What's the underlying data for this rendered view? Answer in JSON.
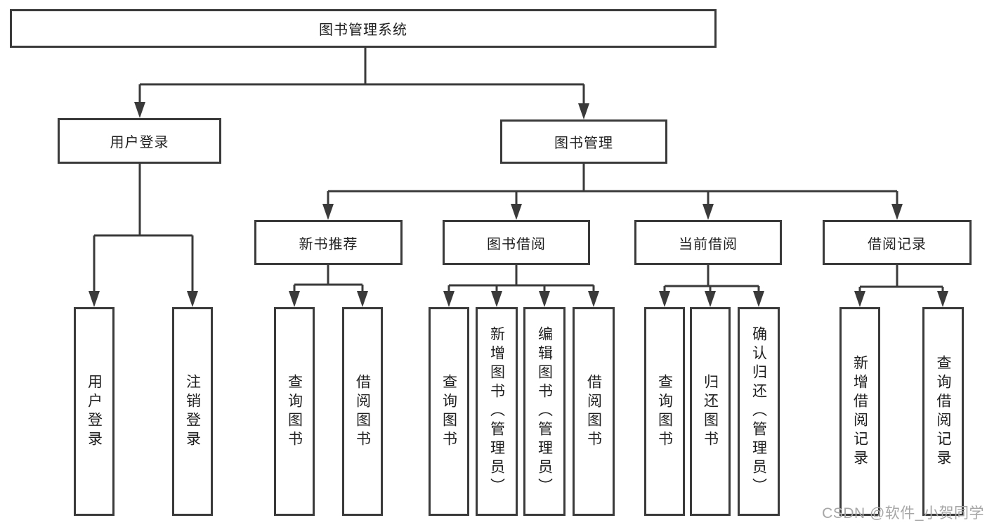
{
  "colors": {
    "line": "#3a3a3a",
    "box_border": "#3a3a3a",
    "text": "#1f1f1f",
    "watermark": "#a6a6a6",
    "background": "#ffffff"
  },
  "watermark": "CSDN @软件_小贺同学",
  "tree": {
    "root": "图书管理系统",
    "branches": [
      {
        "label": "用户登录",
        "children": [
          "用户登录",
          "注销登录"
        ]
      },
      {
        "label": "图书管理",
        "sections": [
          {
            "label": "新书推荐",
            "children": [
              "查询图书",
              "借阅图书"
            ]
          },
          {
            "label": "图书借阅",
            "children": [
              "查询图书",
              "新增图书（管理员）",
              "编辑图书（管理员）",
              "借阅图书"
            ]
          },
          {
            "label": "当前借阅",
            "children": [
              "查询图书",
              "归还图书",
              "确认归还（管理员）"
            ]
          },
          {
            "label": "借阅记录",
            "children": [
              "新增借阅记录",
              "查询借阅记录"
            ]
          }
        ]
      }
    ]
  }
}
